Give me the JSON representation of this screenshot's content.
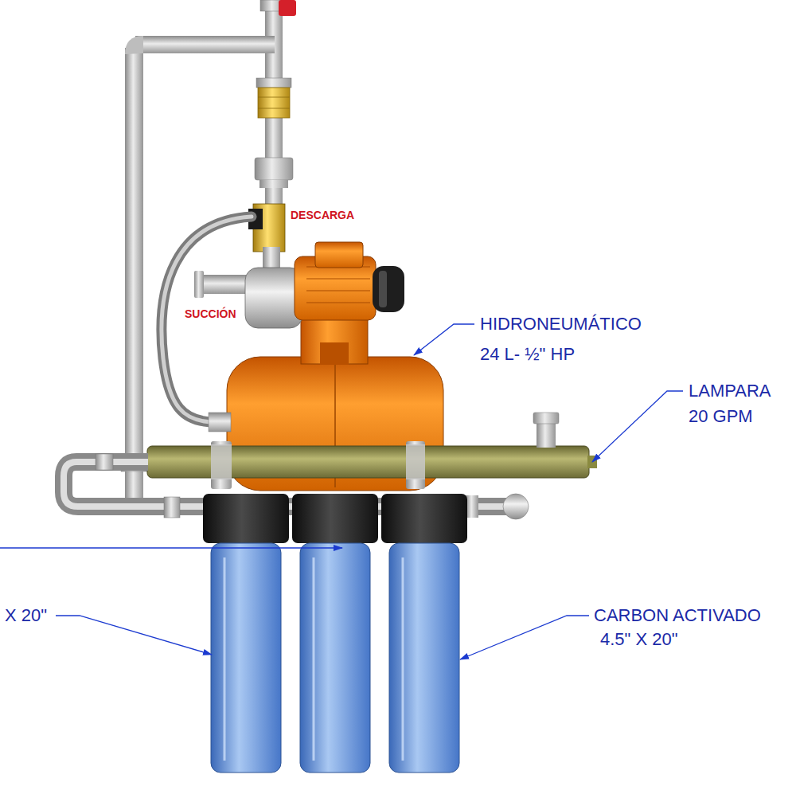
{
  "diagram": {
    "labels": [
      "DESCARGA",
      "SUCCIÓN",
      "HIDRONEUMÁTICO",
      "24 L- ½\" HP",
      "LAMPARA",
      "20 GPM",
      "X 20\"",
      "CARBON ACTIVADO",
      "4.5\" X 20\""
    ]
  }
}
